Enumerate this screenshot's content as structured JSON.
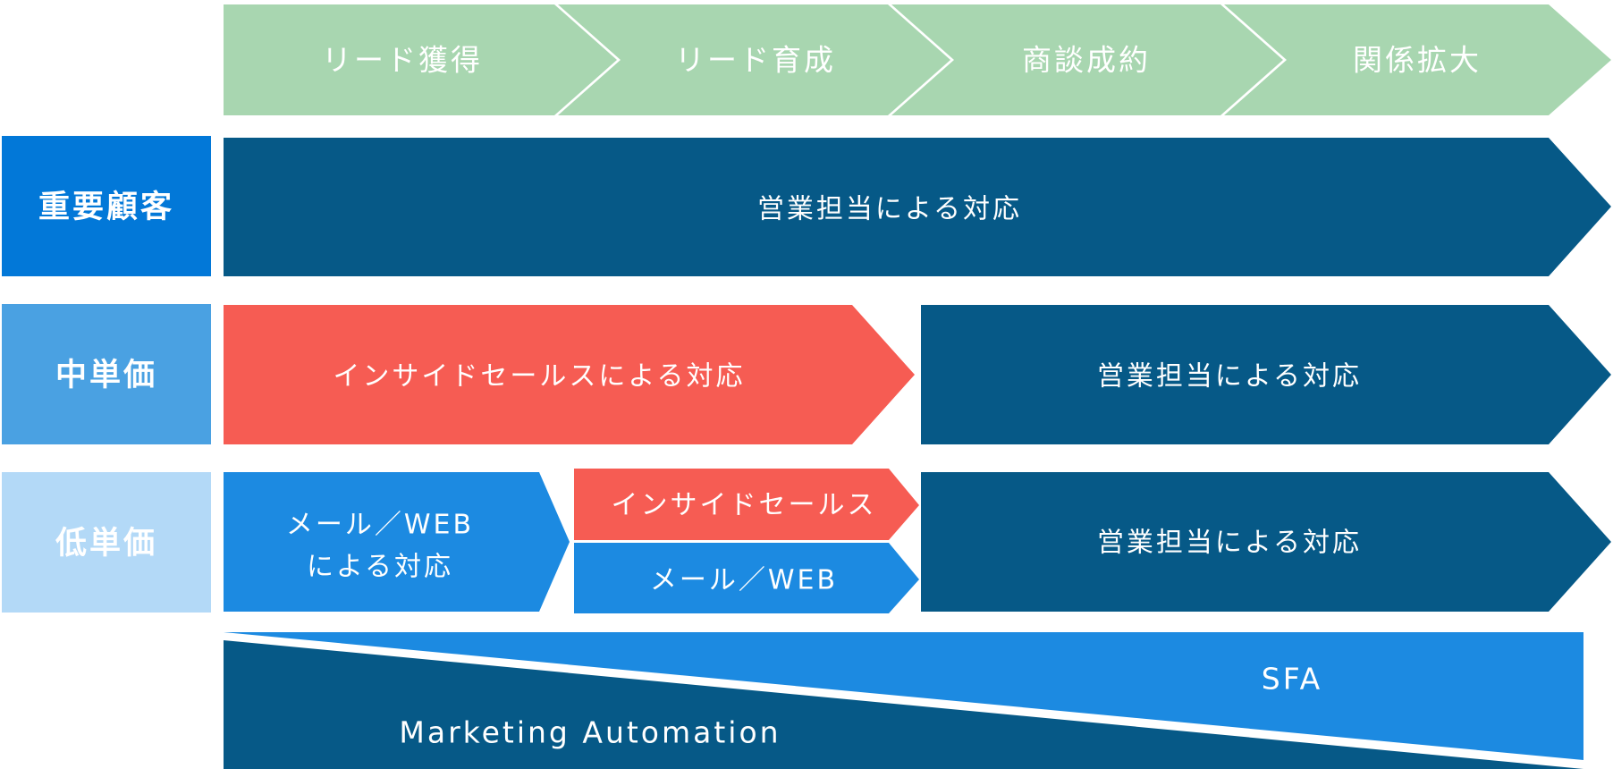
{
  "colors": {
    "stage": "#a8d6b0",
    "row_high": "#0278d8",
    "row_mid": "#4aa1e2",
    "row_low": "#b3d9f7",
    "sales": "#065987",
    "inside": "#f65c53",
    "web": "#1c8ae1",
    "ma": "#065987",
    "sfa": "#1c8ae1"
  },
  "stages": [
    "リード獲得",
    "リード育成",
    "商談成約",
    "関係拡大"
  ],
  "rows": {
    "high": {
      "label": "重要顧客",
      "sales": "営業担当による対応"
    },
    "mid": {
      "label": "中単価",
      "inside": "インサイドセールスによる対応",
      "sales": "営業担当による対応"
    },
    "low": {
      "label": "低単価",
      "web_line1": "メール／WEB",
      "web_line2": "による対応",
      "inside": "インサイドセールス",
      "web": "メール／WEB",
      "sales": "営業担当による対応"
    }
  },
  "tools": {
    "sfa": "SFA",
    "ma": "Marketing Automation"
  }
}
